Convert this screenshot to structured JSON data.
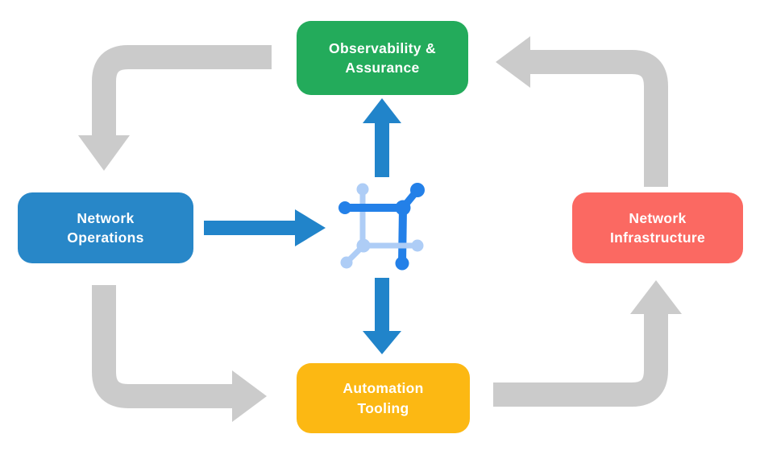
{
  "diagram": {
    "type": "cycle-flow-diagram",
    "nodes": {
      "observability": {
        "label": "Observability & Assurance",
        "line1": "Observability &",
        "line2": "Assurance",
        "color": "#23AB5B",
        "position": "top"
      },
      "operations": {
        "label": "Network Operations",
        "line1": "Network",
        "line2": "Operations",
        "color": "#2887C8",
        "position": "left"
      },
      "infrastructure": {
        "label": "Network Infrastructure",
        "line1": "Network",
        "line2": "Infrastructure",
        "color": "#FB6962",
        "position": "right"
      },
      "automation": {
        "label": "Automation Tooling",
        "line1": "Automation",
        "line2": "Tooling",
        "color": "#FCB813",
        "position": "bottom"
      }
    },
    "center_icon": "network-automation-icon",
    "flow": [
      {
        "from": "observability",
        "to": "operations",
        "style": "gray-elbow"
      },
      {
        "from": "operations",
        "to": "automation",
        "style": "gray-elbow"
      },
      {
        "from": "automation",
        "to": "infrastructure",
        "style": "gray-elbow"
      },
      {
        "from": "infrastructure",
        "to": "observability",
        "style": "gray-elbow"
      },
      {
        "from": "operations",
        "to": "center-icon",
        "style": "blue-straight"
      },
      {
        "from": "center-icon",
        "to": "observability",
        "style": "blue-straight"
      },
      {
        "from": "center-icon",
        "to": "automation",
        "style": "blue-straight"
      }
    ],
    "colors": {
      "gray_arrow": "#CBCBCB",
      "blue_arrow": "#2184CA",
      "icon_dark_blue": "#2380E8",
      "icon_light_blue": "#AECDF6",
      "node_text": "#FFFFFF",
      "background": "#FFFFFF"
    }
  }
}
